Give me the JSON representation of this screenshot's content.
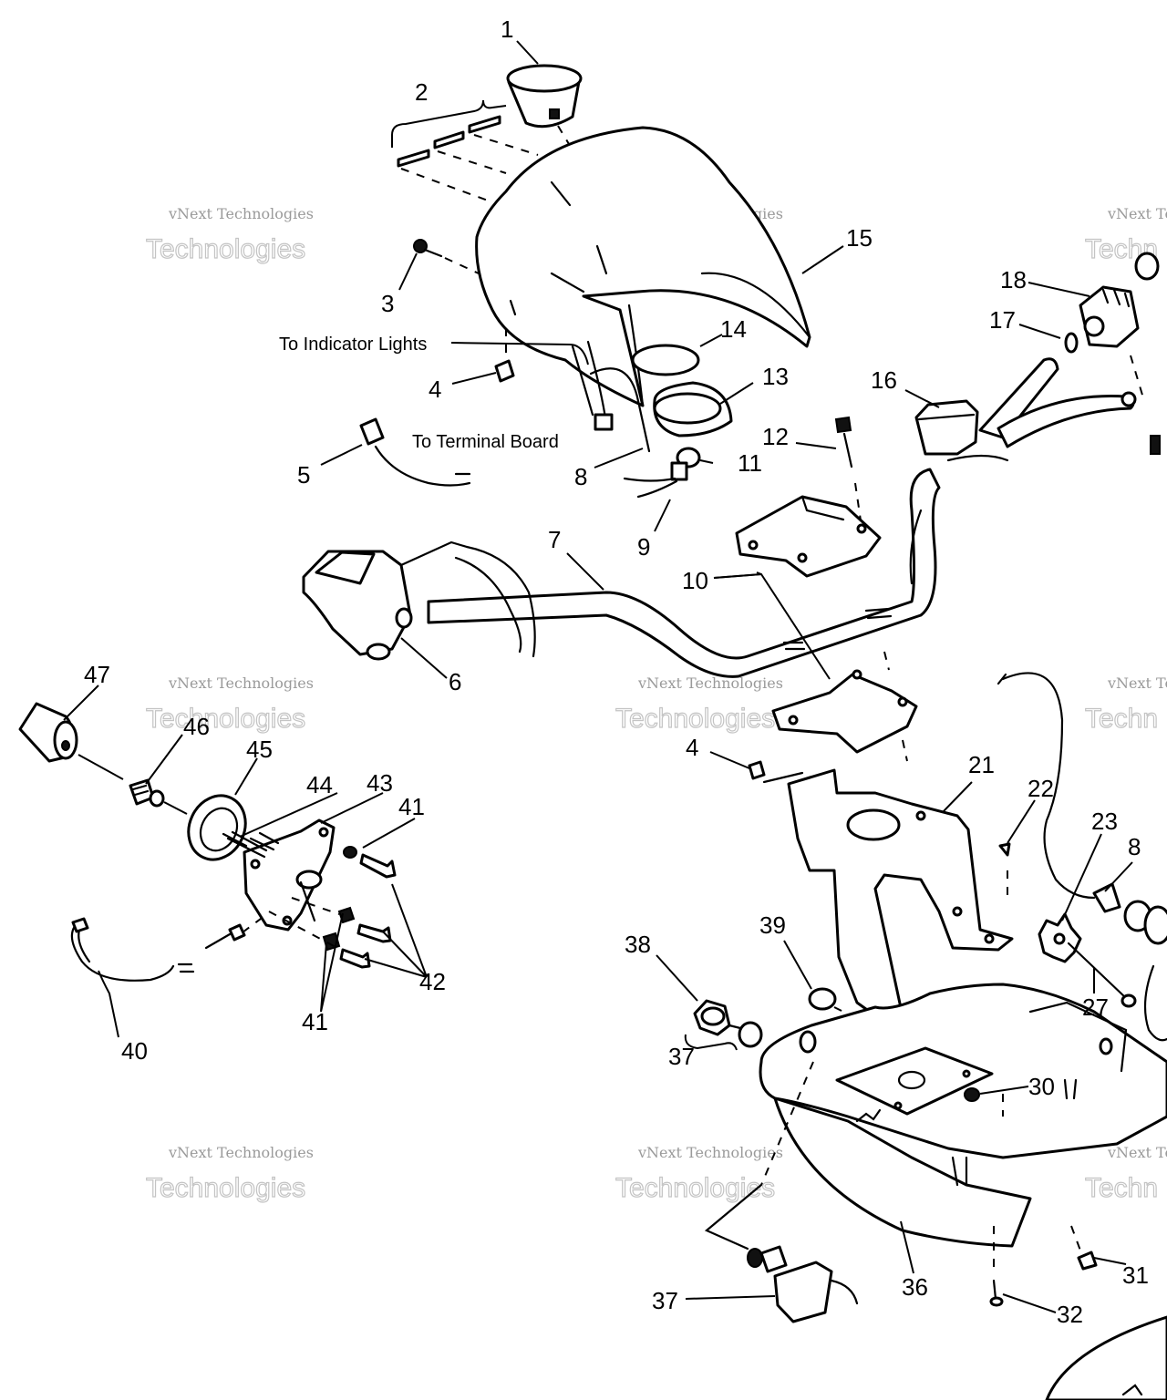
{
  "notes": {
    "indicator": "To Indicator  Lights",
    "terminal": "To Terminal Board"
  },
  "watermark": {
    "line1": "vNext Technologies",
    "line2": "Technologies",
    "line1_short": "vNext Te",
    "line2_short": "Techn"
  },
  "callouts": {
    "n1": "1",
    "n2": "2",
    "n3": "3",
    "n4": "4",
    "n5": "5",
    "n6": "6",
    "n7": "7",
    "n8": "8",
    "n9": "9",
    "n10": "10",
    "n11": "11",
    "n12": "12",
    "n13": "13",
    "n14": "14",
    "n15": "15",
    "n16": "16",
    "n17": "17",
    "n18": "18",
    "n21": "21",
    "n22": "22",
    "n23": "23",
    "n27": "27",
    "n30": "30",
    "n31": "31",
    "n32": "32",
    "n36": "36",
    "n37": "37",
    "n38": "38",
    "n39": "39",
    "n40": "40",
    "n41": "41",
    "n42": "42",
    "n43": "43",
    "n44": "44",
    "n45": "45",
    "n46": "46",
    "n47": "47"
  }
}
